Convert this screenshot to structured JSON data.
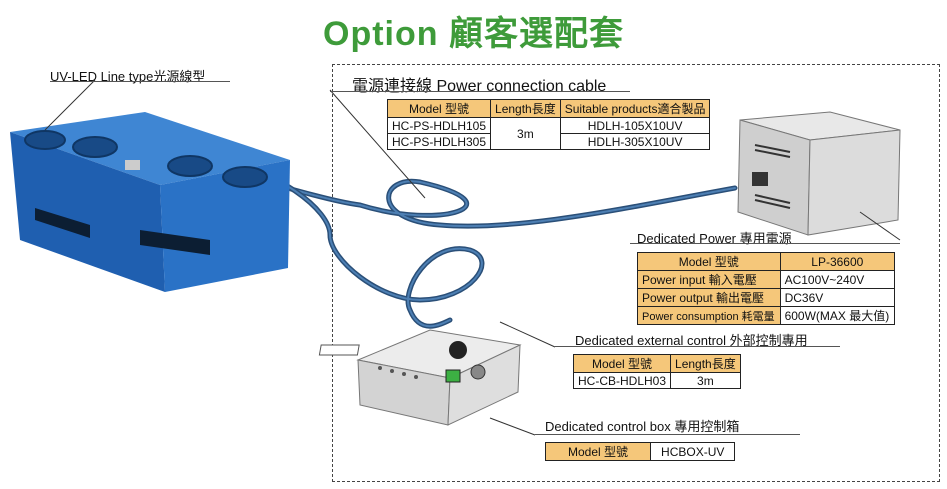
{
  "title": "Option 顧客選配套",
  "led_unit_label": "UV-LED Line type光源線型",
  "power_cable": {
    "label": "電源連接線 Power connection cable",
    "headers": [
      "Model 型號",
      "Length長度",
      "Suitable products適合製品"
    ],
    "rows": [
      {
        "model": "HC-PS-HDLH105",
        "product": "HDLH-105X10UV"
      },
      {
        "model": "HC-PS-HDLH305",
        "product": "HDLH-305X10UV"
      }
    ],
    "length": "3m"
  },
  "power_supply": {
    "label": "Dedicated Power 專用電源",
    "rows": [
      {
        "k": "Model 型號",
        "v": "LP-36600"
      },
      {
        "k": "Power input 輸入電壓",
        "v": "AC100V~240V"
      },
      {
        "k": "Power output 輸出電壓",
        "v": "DC36V"
      },
      {
        "k": "Power consumption 耗電量",
        "v": "600W(MAX 最大值)"
      }
    ]
  },
  "ext_control": {
    "label": "Dedicated external control 外部控制專用",
    "headers": [
      "Model 型號",
      "Length長度"
    ],
    "row": {
      "model": "HC-CB-HDLH03",
      "length": "3m"
    }
  },
  "control_box": {
    "label": "Dedicated control box 專用控制箱",
    "row": {
      "k": "Model 型號",
      "v": "HCBOX-UV"
    }
  },
  "colors": {
    "title_green": "#3e9b3a",
    "header_orange": "#f5c77a",
    "led_blue": "#1f6fc0",
    "cable_blue": "#3f6f9e"
  }
}
